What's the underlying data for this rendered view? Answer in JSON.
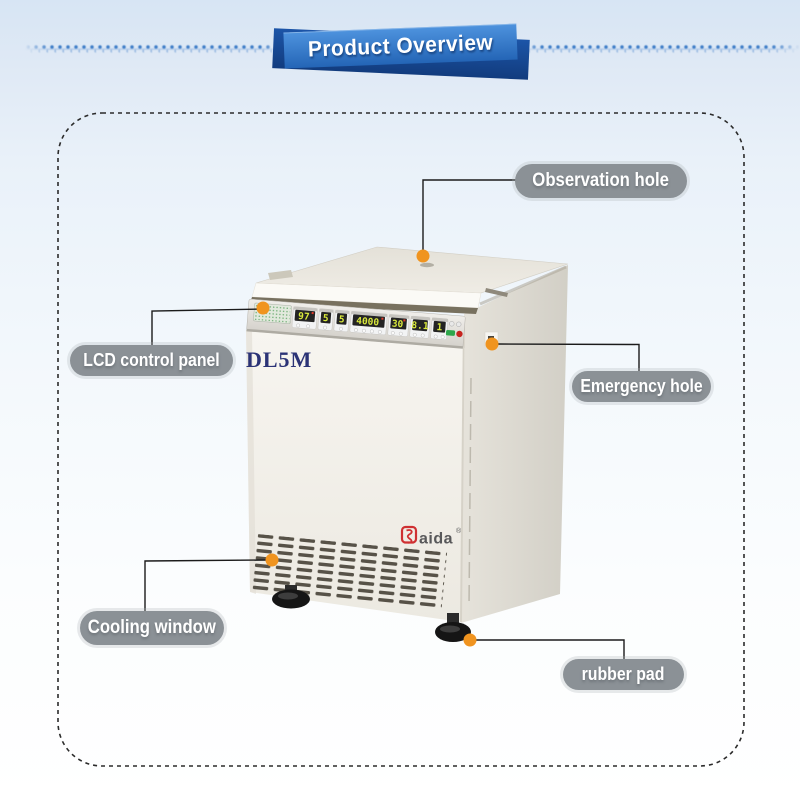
{
  "banner": {
    "label": "Product Overview"
  },
  "machine": {
    "model_label": "DL5M",
    "brand_text": "aida",
    "brand_reg": "®",
    "displays": [
      "97",
      "5",
      "5",
      "4000",
      "30",
      "8.1",
      "1"
    ]
  },
  "callouts": {
    "observation_hole": "Observation hole",
    "lcd_control_panel": "LCD control panel",
    "emergency_hole": "Emergency hole",
    "cooling_window": "Cooling window",
    "rubber_pad": "rubber pad"
  },
  "colors": {
    "accent_orange": "#f0941f",
    "pill_gray": "#8b9196",
    "banner_blue": "#2f74c8",
    "banner_dark_blue": "#17499a",
    "display_digit_green": "#d9e93c",
    "display_red": "#e23a2a",
    "model_navy": "#2b3376",
    "brand_red": "#cf3032"
  }
}
